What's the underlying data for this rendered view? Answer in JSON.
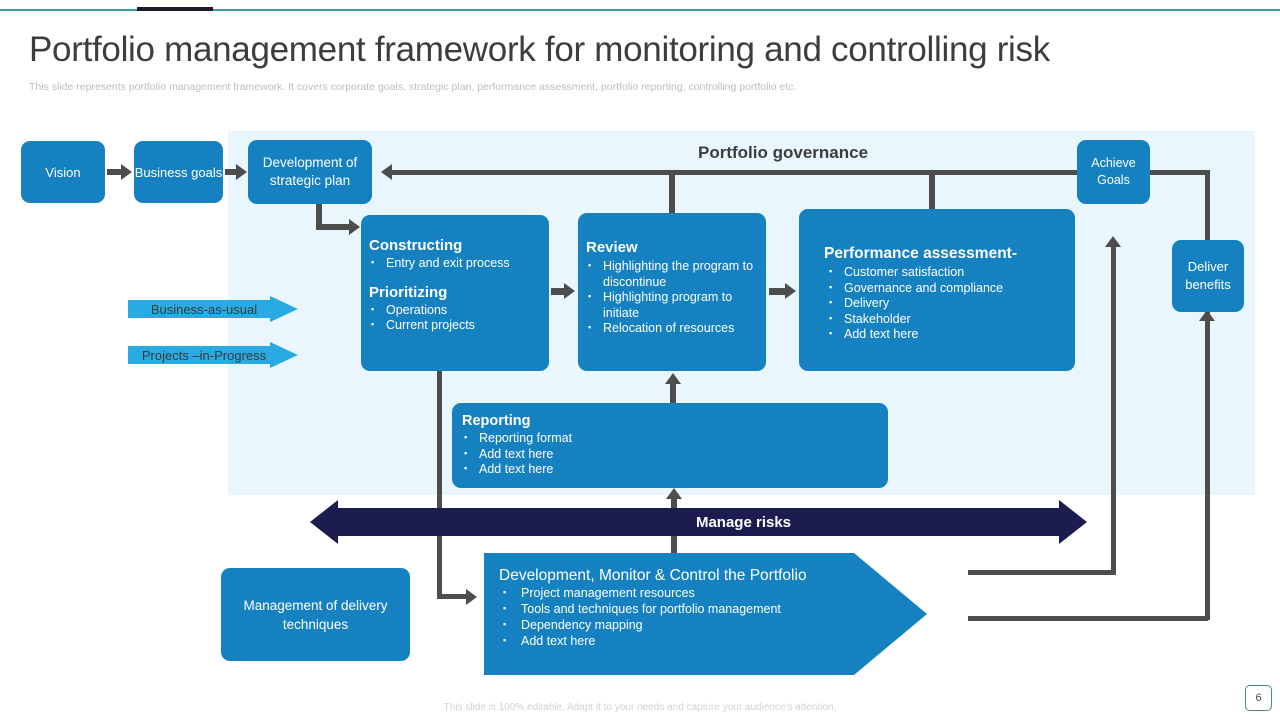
{
  "header": {
    "title": "Portfolio management framework for monitoring and controlling risk",
    "subtitle": "This slide represents portfolio management framework. It covers corporate goals, strategic plan, performance assessment, portfolio reporting, controlling portfolio etc."
  },
  "diagram": {
    "governance_label": "Portfolio governance",
    "vision": "Vision",
    "business_goals": "Business goals",
    "strategic_plan": "Development of strategic plan",
    "achieve_goals": "Achieve Goals",
    "deliver_benefits": "Deliver benefits",
    "management_delivery": "Management of delivery techniques",
    "chevrons": [
      {
        "label": "Business-as-usual"
      },
      {
        "label": "Projects –in-Progress"
      }
    ],
    "constructing": {
      "title": "Constructing",
      "items": [
        "Entry and exit process"
      ]
    },
    "prioritizing": {
      "title": "Prioritizing",
      "items": [
        "Operations",
        "Current projects"
      ]
    },
    "review": {
      "title": "Review",
      "items": [
        "Highlighting the program to discontinue",
        "Highlighting program to initiate",
        "Relocation of resources"
      ]
    },
    "performance": {
      "title": "Performance assessment-",
      "items": [
        "Customer satisfaction",
        "Governance and compliance",
        "Delivery",
        "Stakeholder",
        "Add text here"
      ]
    },
    "reporting": {
      "title": "Reporting",
      "items": [
        "Reporting format",
        "Add text here",
        "Add text here"
      ]
    },
    "manage_risks": "Manage risks",
    "development": {
      "title": "Development, Monitor & Control the Portfolio",
      "items": [
        "Project management resources",
        "Tools and techniques for portfolio management",
        "Dependency mapping",
        "Add text here"
      ]
    }
  },
  "footer": {
    "note": "This slide is 100% editable. Adapt it to your needs and capture your audience's attention.",
    "page_number": "6"
  },
  "colors": {
    "box_blue": "#1581c0",
    "chevron_blue": "#29aae3",
    "panel_blue": "#eaf6fd",
    "navy": "#1c1c50",
    "connector_gray": "#4d4d4d",
    "rule_teal": "#3e9aa6"
  }
}
